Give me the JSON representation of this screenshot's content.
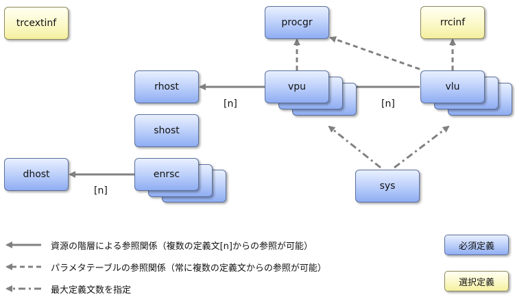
{
  "nodes": {
    "trcextinf": "trcextinf",
    "procgr": "procgr",
    "rrcinf": "rrcinf",
    "rhost": "rhost",
    "vpu": "vpu",
    "vlu": "vlu",
    "shost": "shost",
    "dhost": "dhost",
    "enrsc": "enrsc",
    "sys": "sys"
  },
  "multiplicity": {
    "vpu_rhost": "[n]",
    "vlu_vpu": "[n]",
    "enrsc_dhost": "[n]"
  },
  "legend": {
    "solid": "資源の階層による参照関係（複数の定義文[n]からの参照が可能）",
    "dashed": "パラメタテーブルの参照関係（常に複数の定義文からの参照が可能）",
    "dashdot": "最大定義文数を指定",
    "required": "必須定義",
    "optional": "選択定義"
  },
  "colors": {
    "required_fill": "#b9cdfa",
    "optional_fill": "#fbf8c4",
    "arrow": "#808080"
  }
}
